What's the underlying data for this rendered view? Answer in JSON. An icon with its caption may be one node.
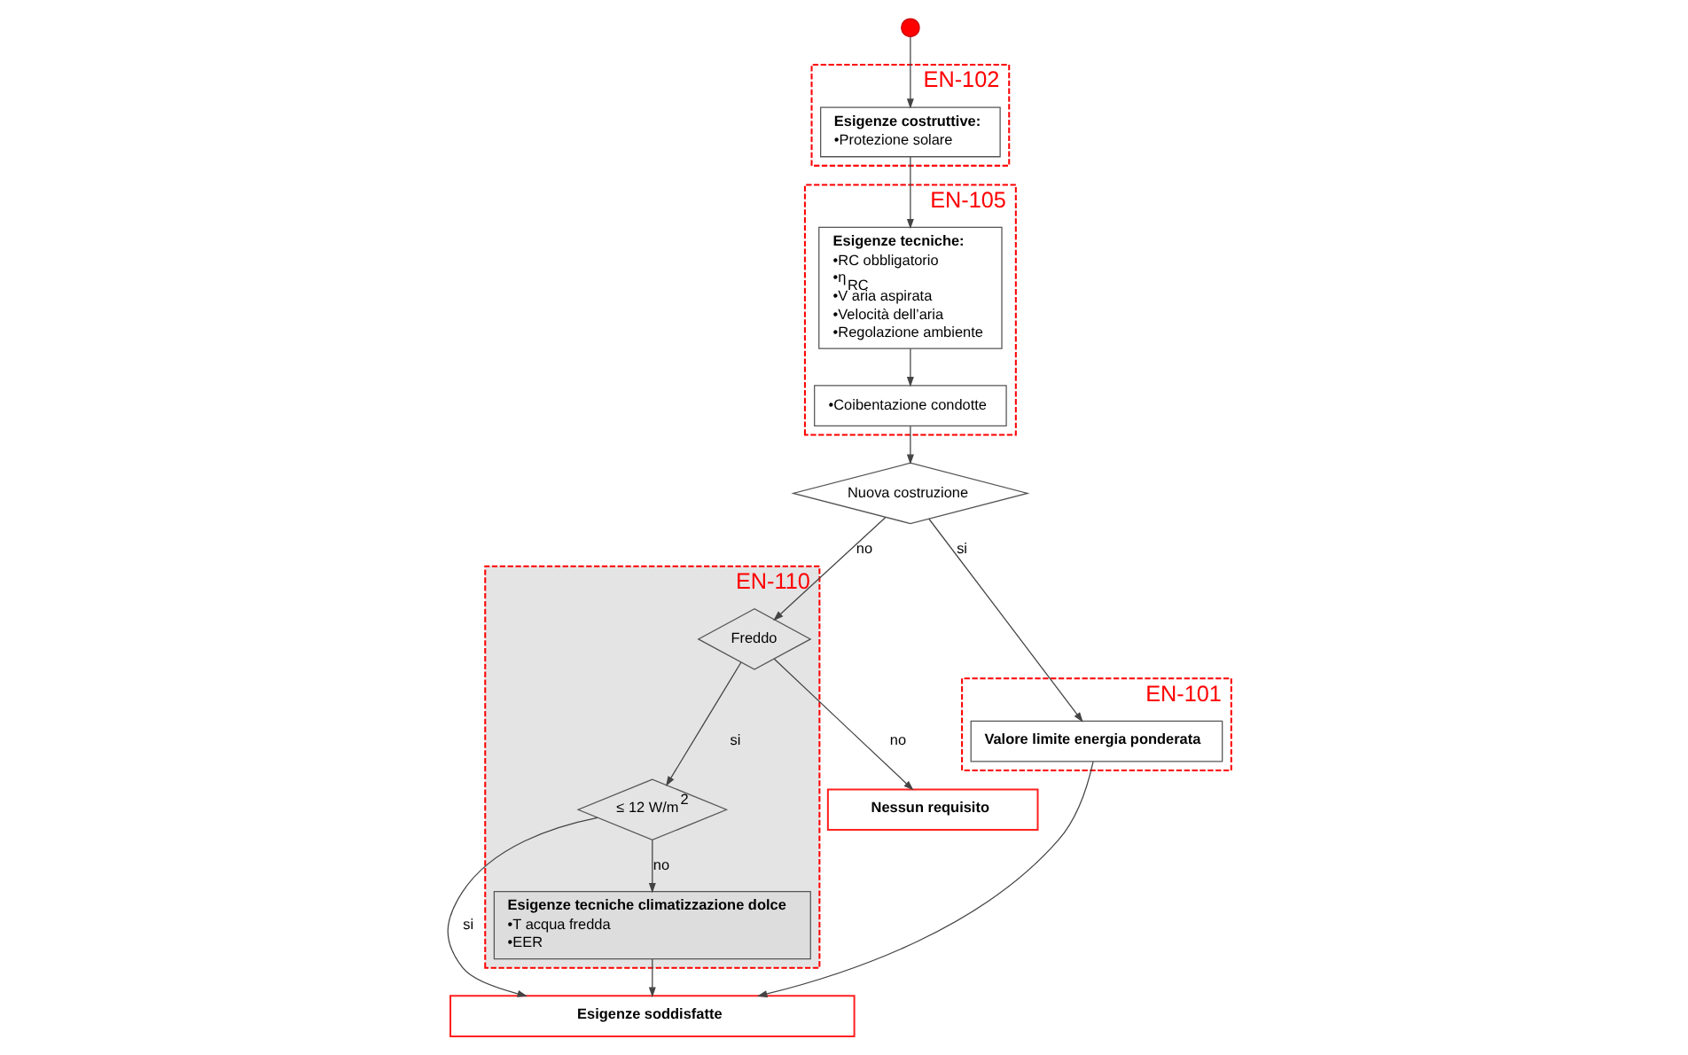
{
  "diagram": {
    "nodes": [
      {
        "text": [],
        "shape": "circle"
      },
      {
        "text": [
          "EN-102"
        ]
      },
      {
        "text": [
          "Esigenze costruttive:",
          "•Protezione solare"
        ],
        "in": 1
      },
      {
        "text": [
          "EN-105"
        ]
      },
      {
        "text": [
          "Esigenze tecniche:",
          "•RC obbligatorio",
          "•η$_{RC}$",
          "•V aria aspirata",
          "•Velocità dell’aria",
          "•Regolazione ambiente"
        ],
        "in": 3
      },
      {
        "text": [
          "•Coibentazione condotte"
        ],
        "in": 3
      },
      {
        "text": [
          "Nuova costruzione"
        ]
      },
      {
        "text": [
          "EN-101"
        ]
      },
      {
        "text": [
          "Valore limite energia ponderata"
        ],
        "in": 7
      },
      {
        "text": [
          "EN-110"
        ]
      },
      {
        "text": [
          "Freddo"
        ],
        "in": 9
      },
      {
        "text": [
          "≤ 12 W/m$^{2}$"
        ],
        "in": 9
      },
      {
        "text": [
          "Esigenze tecniche climatizzazione dolce",
          "•T acqua fredda",
          "•EER"
        ],
        "in": 9
      },
      {
        "text": [
          "Nessun requisito"
        ]
      },
      {
        "text": [
          "Esigenze soddisfatte"
        ]
      }
    ],
    "edges": [
      {
        "from": 0,
        "to": 2,
        "arrow": "to"
      },
      {
        "from": 2,
        "to": 4,
        "arrow": "to"
      },
      {
        "from": 4,
        "to": 5,
        "arrow": "to"
      },
      {
        "from": 5,
        "to": 6,
        "arrow": "to"
      },
      {
        "from": 6,
        "to": 10,
        "arrow": "to",
        "label": "no"
      },
      {
        "from": 6,
        "to": 8,
        "arrow": "to",
        "label": "si"
      },
      {
        "from": 10,
        "to": 13,
        "arrow": "to",
        "label": "no"
      },
      {
        "from": 10,
        "to": 11,
        "arrow": "to",
        "label": "si"
      },
      {
        "from": 11,
        "to": 14,
        "arrow": "to",
        "label": "si"
      },
      {
        "from": 11,
        "to": 12,
        "arrow": "to",
        "label": "no"
      },
      {
        "from": 8,
        "to": 14,
        "arrow": "to"
      },
      {
        "from": 12,
        "to": 14,
        "arrow": "to"
      }
    ]
  }
}
